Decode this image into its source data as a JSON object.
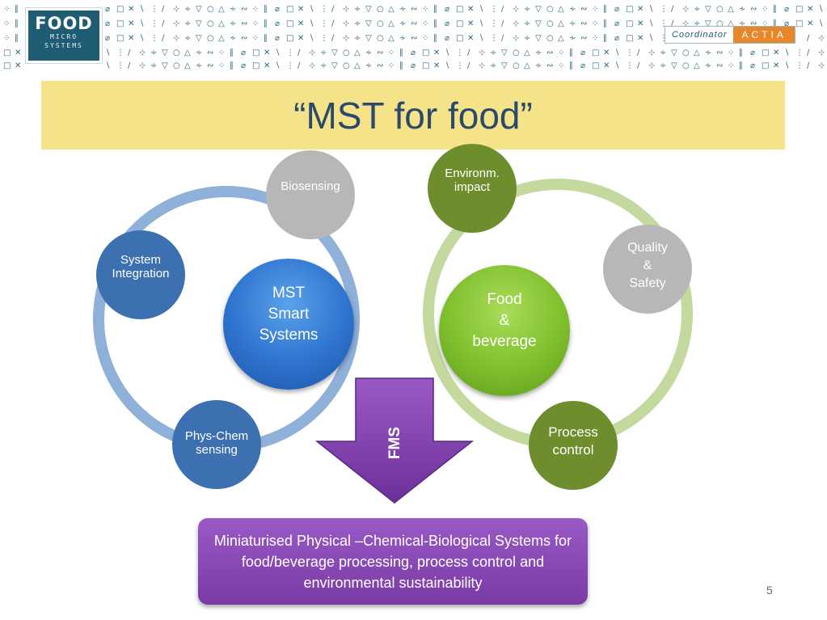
{
  "header": {
    "logo": {
      "line1": "FOOD",
      "line2": "MICRO",
      "line3": "SYSTEMS"
    },
    "coordinator_label": "Coordinator",
    "coordinator_brand": "ACTIA"
  },
  "slide": {
    "title": "“MST for food”",
    "page_number": "5"
  },
  "diagram": {
    "center_left": "MST\nSmart\nSystems",
    "center_right": "Food\n&\nbeverage",
    "left_cycle": [
      "Biosensing",
      "System\nIntegration",
      "Phys-Chem\nsensing"
    ],
    "right_cycle": [
      "Environm.\nimpact",
      "Quality\n&\nSafety",
      "Process\ncontrol"
    ],
    "arrow_label": "FMS",
    "description": "Miniaturised Physical –Chemical-Biological Systems for food/beverage processing, process control and environmental sustainability"
  },
  "colors": {
    "title_band": "#f5e38a",
    "title_text": "#2b4a6b",
    "blue_node": "#3d70b0",
    "grey_node": "#b7b7b7",
    "green_node": "#6e8e2e",
    "left_ring": "#8fb0d8",
    "right_ring": "#c3d99e",
    "arrow_purple": "#7a3aa6",
    "brand_orange": "#e8862a",
    "logo_teal": "#1f5c73"
  }
}
